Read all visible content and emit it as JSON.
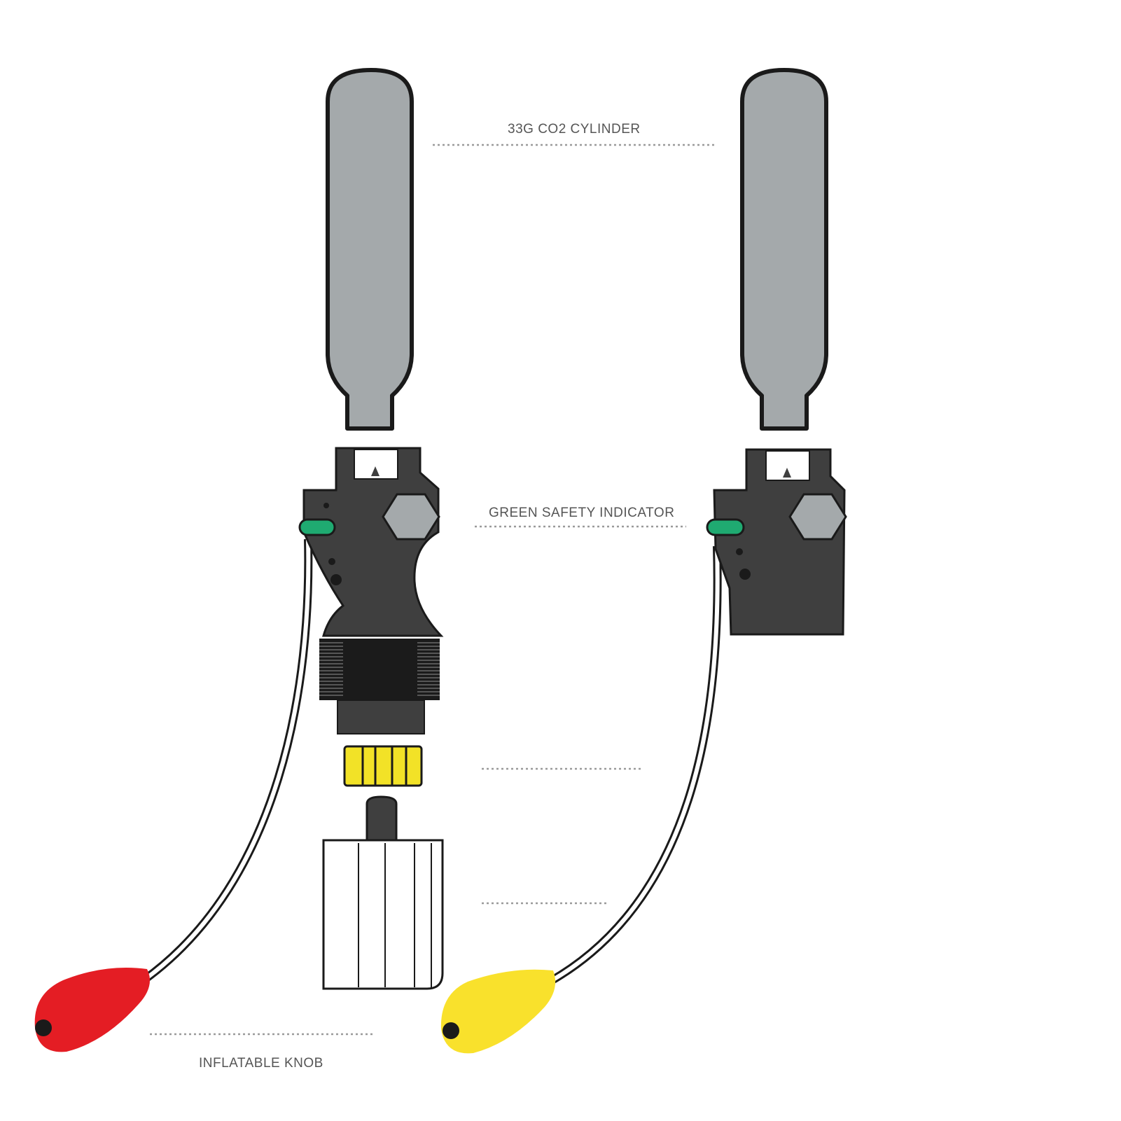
{
  "labels": {
    "cylinder": "33G CO2 CYLINDER",
    "safety_indicator": "GREEN SAFETY INDICATOR",
    "inflatable_knob": "INFLATABLE KNOB"
  },
  "colors": {
    "cylinder_fill": "#a4a9ab",
    "body_fill": "#3f3f3f",
    "thread_fill": "#1b1b1b",
    "safety_indicator": "#1faa71",
    "bobbin": "#f2e227",
    "red_knob": "#e41d24",
    "yellow_knob": "#f9e12c",
    "leader_line": "#9a9a9a",
    "label_text": "#555555"
  },
  "icons": [
    "co2-cylinder-icon",
    "inflator-head-icon",
    "bobbin-icon",
    "water-sensor-cap-icon",
    "pull-knob-icon"
  ]
}
